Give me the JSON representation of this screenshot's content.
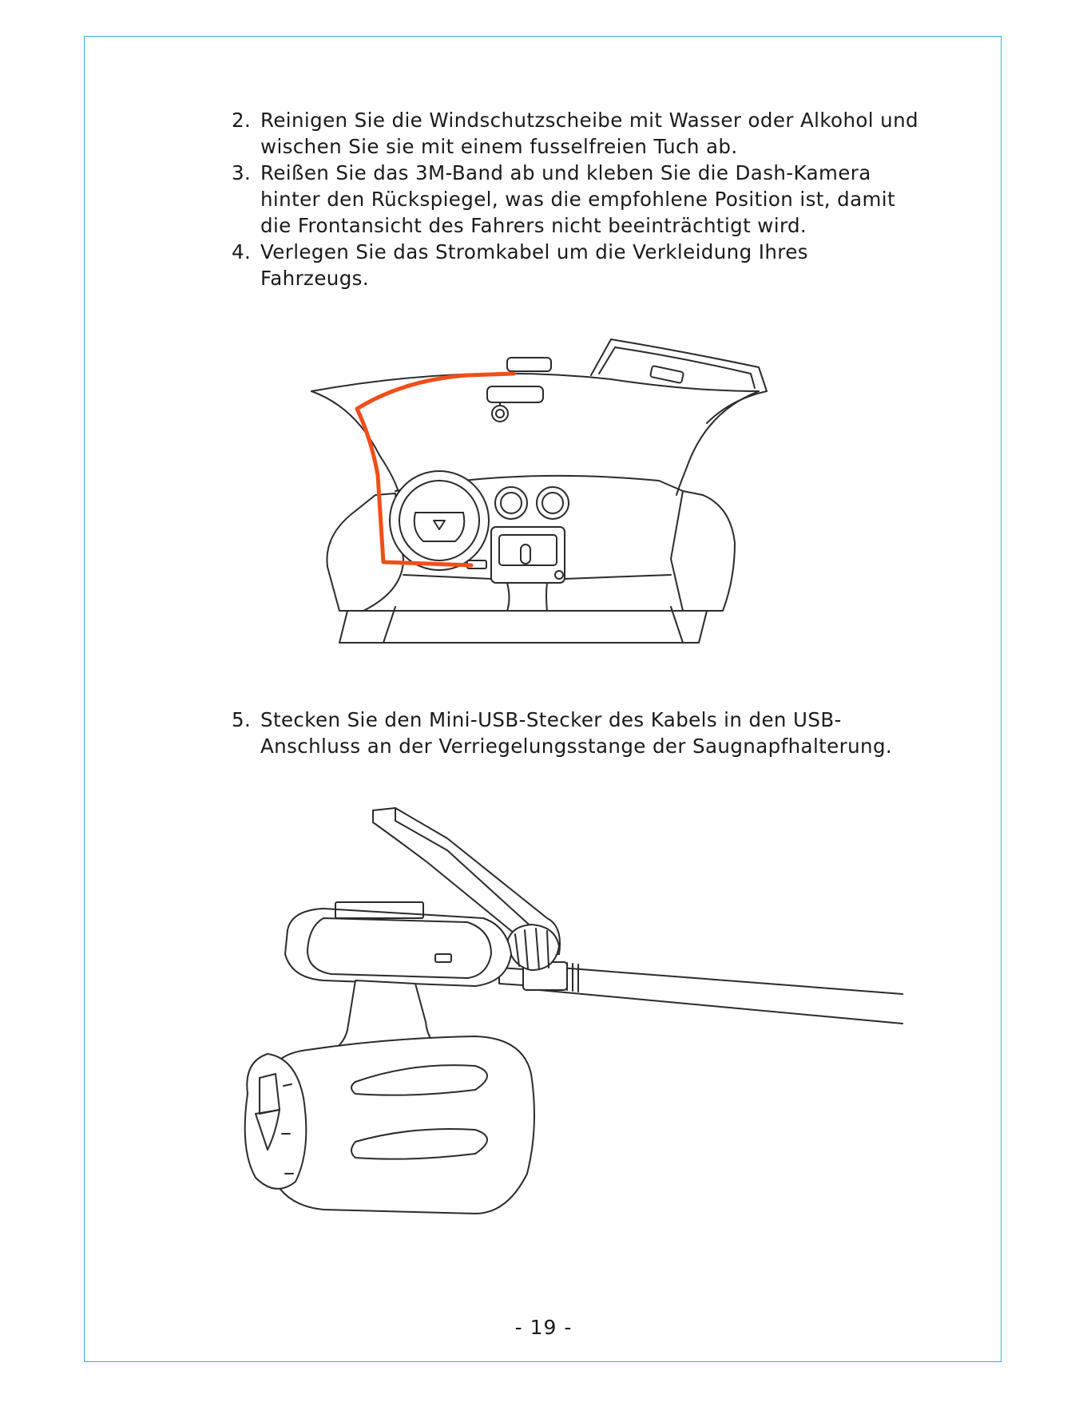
{
  "steps_top": [
    {
      "num": "2.",
      "text": "Reinigen Sie die Windschutzscheibe mit Wasser oder Alkohol und wischen Sie sie mit einem fusselfreien Tuch ab."
    },
    {
      "num": "3.",
      "text": "Reißen Sie das 3M-Band ab und kleben Sie die Dash-Kamera hinter den Rückspiegel, was die empfohlene Position ist, damit die Frontansicht des Fahrers nicht beeinträchtigt wird."
    },
    {
      "num": "4.",
      "text": "Verlegen Sie das Stromkabel um die Verkleidung Ihres Fahrzeugs."
    }
  ],
  "steps_bottom": [
    {
      "num": "5.",
      "text": "Stecken Sie den Mini-USB-Stecker des Kabels in den USB-Anschluss an der Verriegelungsstange der Saugnapfhalterung."
    }
  ],
  "page_number": "- 19 -",
  "colors": {
    "frame": "#3aaee0",
    "cable": "#f04e1a",
    "line": "#2b2b2b"
  }
}
